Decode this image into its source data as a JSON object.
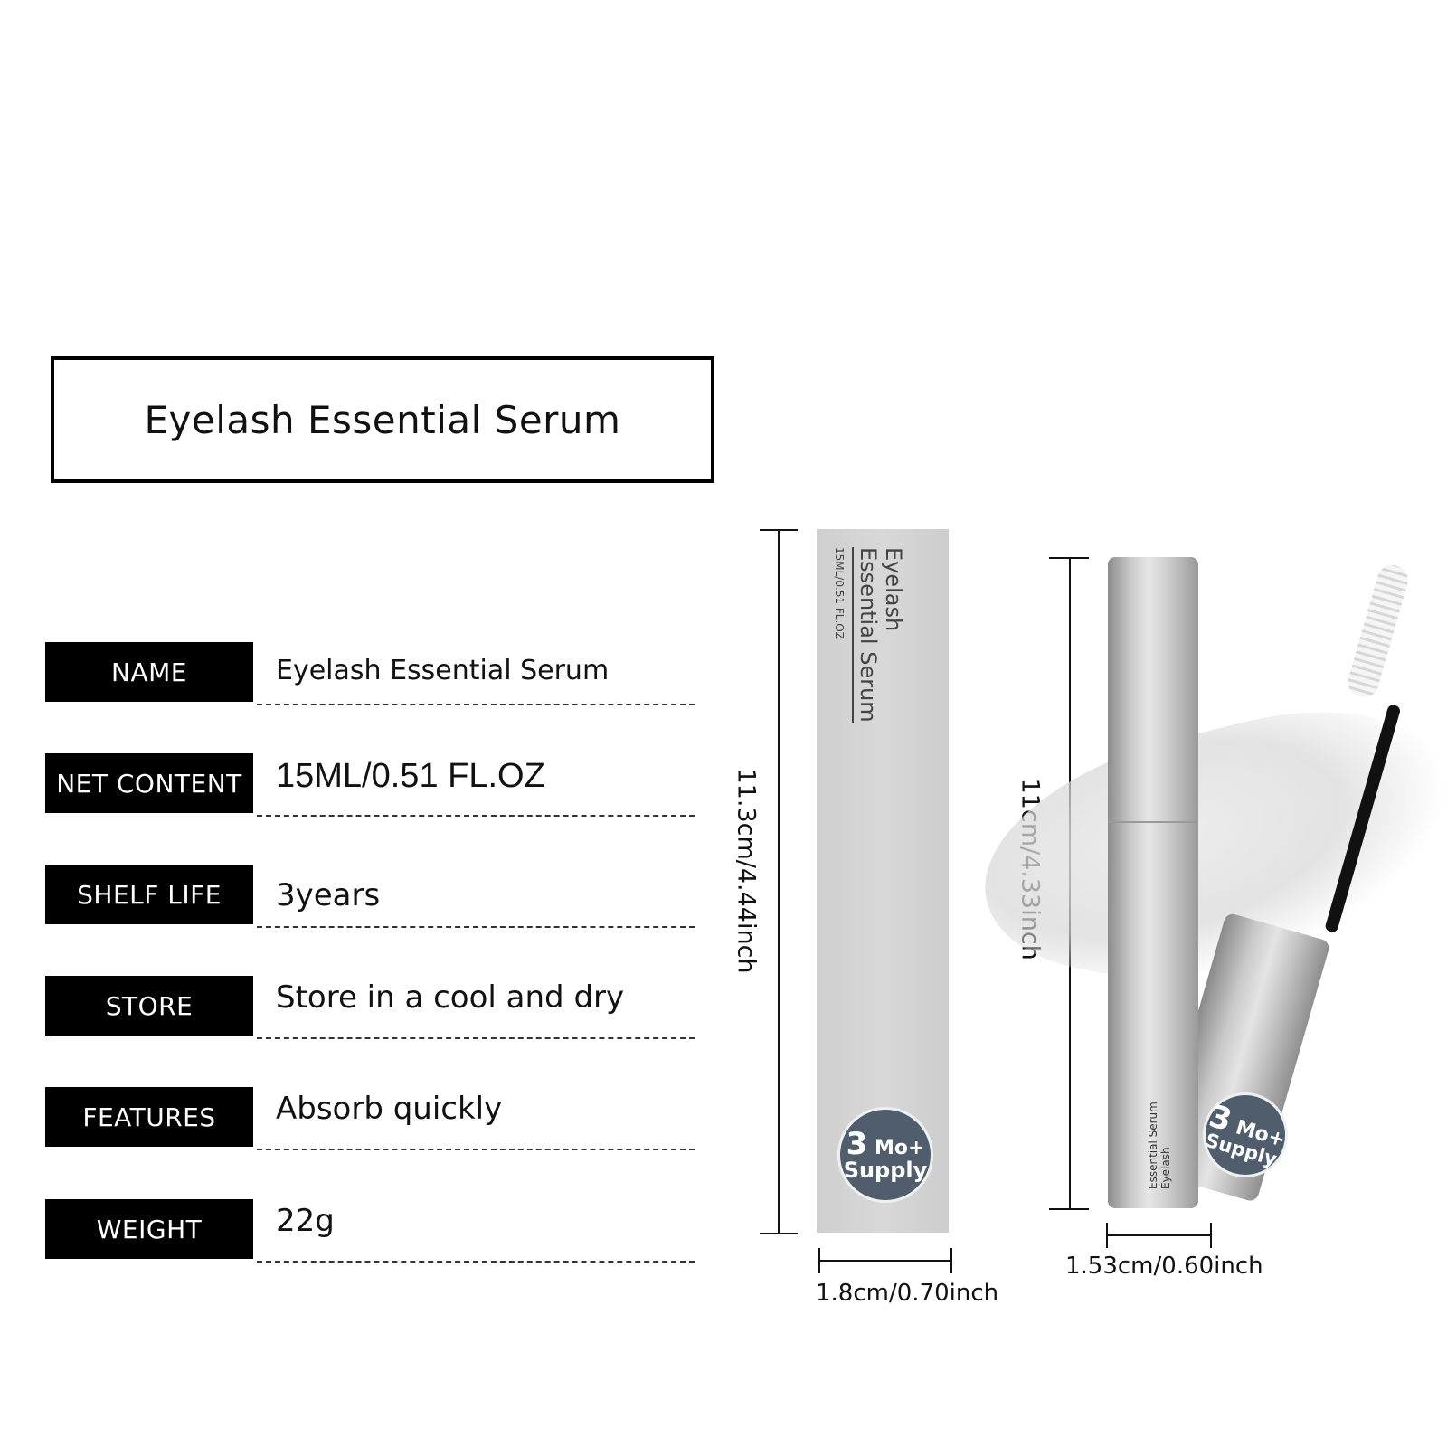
{
  "title": "Eyelash Essential Serum",
  "specs": [
    {
      "label": "NAME",
      "value": "Eyelash Essential Serum"
    },
    {
      "label": "NET  CONTENT",
      "value": "15ML/0.51 FL.OZ"
    },
    {
      "label": "SHELF LIFE",
      "value": "3years"
    },
    {
      "label": "STORE",
      "value": "Store in a cool and dry"
    },
    {
      "label": "FEATURES",
      "value": "Absorb quickly"
    },
    {
      "label": "WEIGHT",
      "value": "22g"
    }
  ],
  "box": {
    "line1": "Eyelash",
    "line2": "Essential Serum",
    "line3": "15ML/0.51 FL.OZ",
    "height_label": "11.3cm/4.44inch",
    "width_label": "1.8cm/0.70inch"
  },
  "tube": {
    "line1": "Eyelash",
    "line2": "Essential Serum",
    "height_label": "11cm/4.33inch",
    "width_label": "1.53cm/0.60inch"
  },
  "badge": {
    "number": "3",
    "unit": "Mo+",
    "text": "Supply",
    "color": "#4f5d6c"
  }
}
